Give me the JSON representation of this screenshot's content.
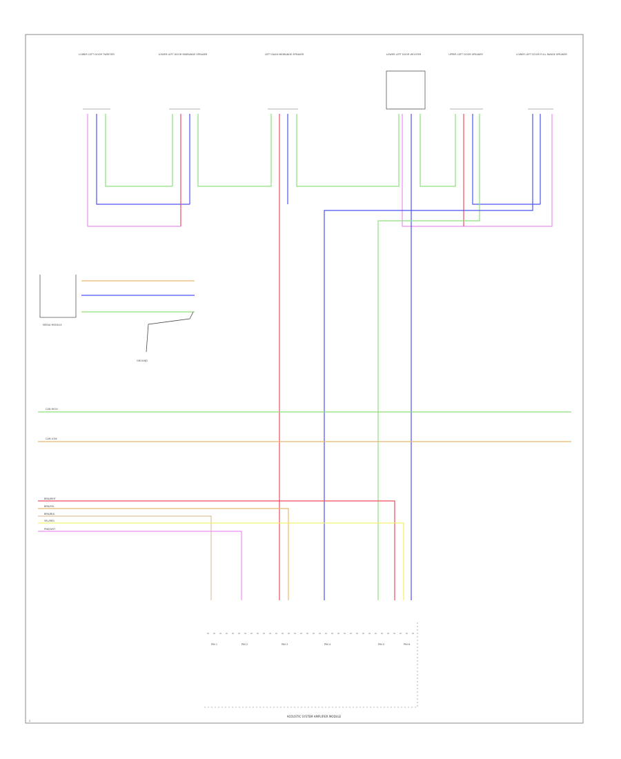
{
  "page_id": "2",
  "bottom_module_label": "ACOUSTIC SYSTEM AMPLIFIER MODULE",
  "colors": {
    "pink": "#f08cf0",
    "red": "#f04a5a",
    "green": "#8ee07a",
    "blue": "#4a52f0",
    "orange": "#e8b86a",
    "yellow": "#f3f06a",
    "tan": "#d9c49a"
  },
  "components": [
    {
      "label": "LOWER LEFT DOOR TWEETER"
    },
    {
      "label": "LOWER LEFT DOOR MIDRANGE SPEAKER"
    },
    {
      "label": "LEFT DASH MIDRANGE SPEAKER"
    },
    {
      "label": "LOWER LEFT DOOR WOOFER"
    },
    {
      "label": "UPPER LEFT DOOR SPEAKER"
    },
    {
      "label": "LOWER LEFT DOOR FULL RANGE SPEAKER"
    }
  ],
  "left_module_label": "MEDIA MODULE",
  "ground_label": "GROUND",
  "bus_labels": [
    "CAN HIGH",
    "CAN LOW"
  ],
  "left_signal_labels": [
    "BRN/WHT",
    "BRN/YEL",
    "BRN/BLK",
    "YEL/RED",
    "PNK/WHT"
  ],
  "bottom_pin_labels": [
    "PIN 1",
    "PIN 2",
    "PIN 3",
    "PIN 4",
    "PIN 5",
    "PIN 6"
  ]
}
